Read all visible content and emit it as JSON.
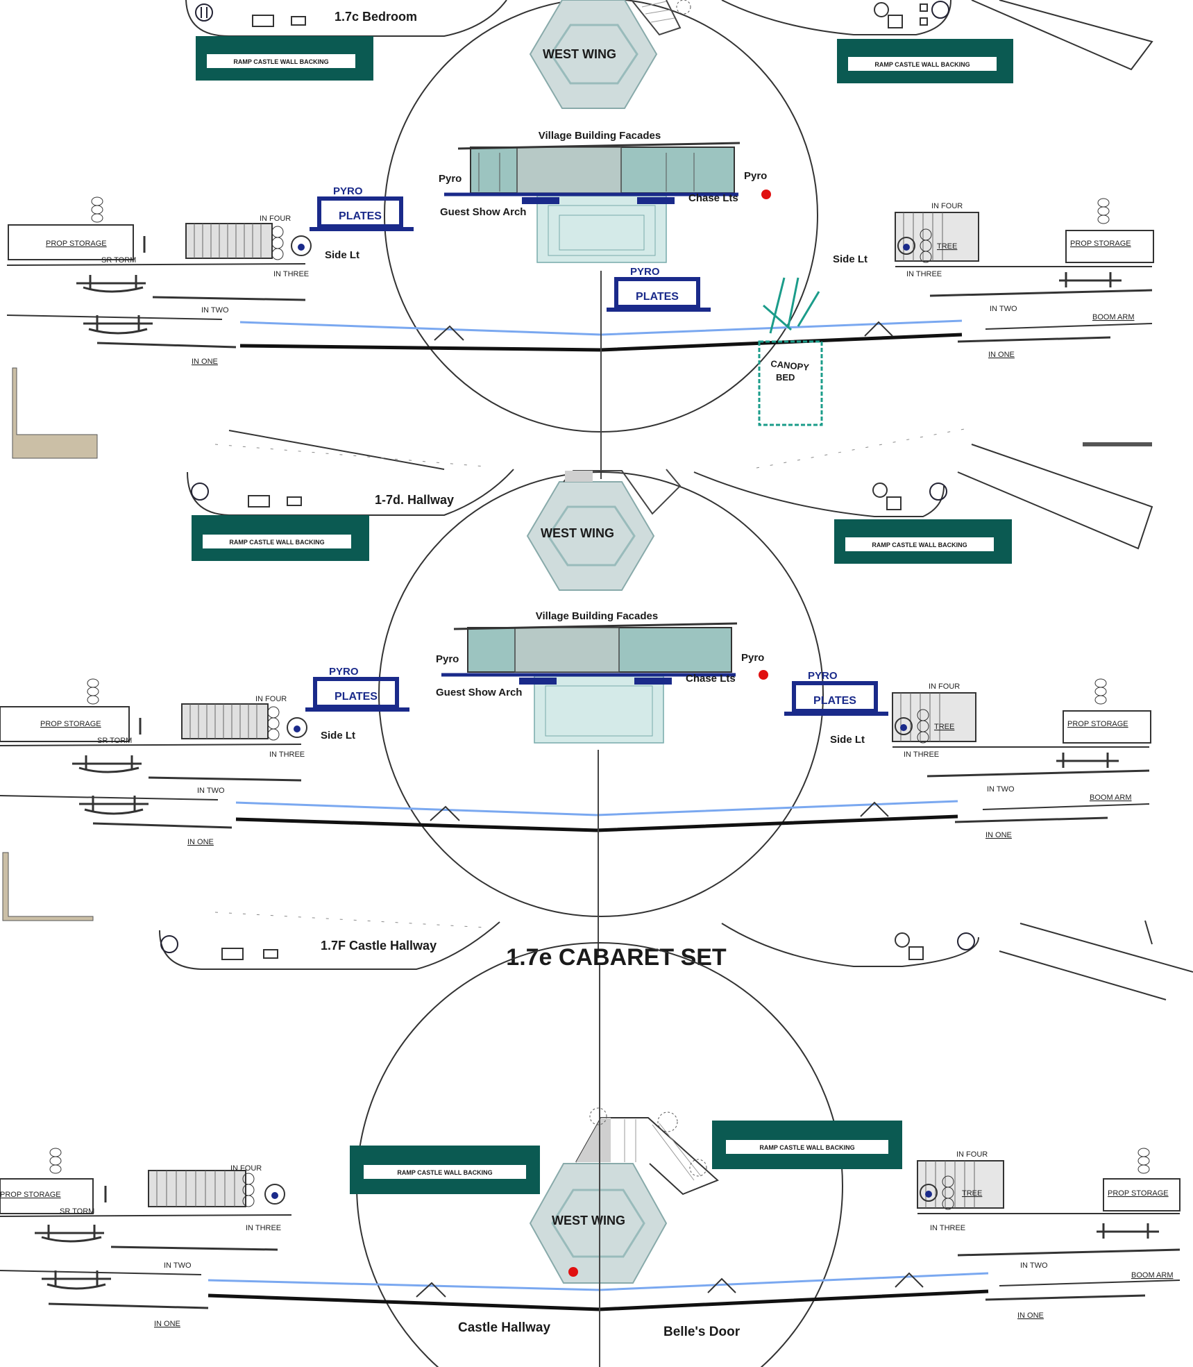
{
  "colors": {
    "ramp_green": "#0b5a52",
    "pyro_blue": "#1a2a8a",
    "light_blue_line": "#7aa8f0",
    "facade_fill": "#9cc4c0",
    "wing_fill": "#cfdcdc",
    "canopy_teal": "#1b9c8a",
    "red_dot": "#e01010",
    "wall_tan": "#cbbfa6"
  },
  "scenes": [
    {
      "title": "1.7c Bedroom",
      "wing": "WEST WING",
      "facades": "Village Building Facades",
      "pyro_left": "Pyro",
      "pyro_right": "Pyro",
      "guest_arch": "Guest Show Arch",
      "chase": "Chase Lts",
      "side_left": "Side Lt",
      "side_right": "Side Lt",
      "pyro_plate_top": "PYRO",
      "pyro_plate_bottom": "PLATES",
      "ramp": "RAMP CASTLE WALL BACKING",
      "prop_storage": "PROP STORAGE",
      "in_four": "IN FOUR",
      "in_three": "IN THREE",
      "in_two": "IN TWO",
      "in_one": "IN ONE",
      "tree": "TREE",
      "sr_torm": "SR TORM",
      "boom_arm": "BOOM ARM",
      "canopy_l1": "CANOPY",
      "canopy_l2": "BED"
    },
    {
      "title": "1-7d. Hallway",
      "wing": "WEST WING",
      "facades": "Village Building Facades",
      "pyro_left": "Pyro",
      "pyro_right": "Pyro",
      "guest_arch": "Guest Show Arch",
      "chase": "Chase Lts",
      "side_left": "Side Lt",
      "side_right": "Side Lt",
      "pyro_plate_top": "PYRO",
      "pyro_plate_bottom": "PLATES"
    },
    {
      "title": "1.7F Castle Hallway",
      "heading": "1.7e CABARET SET",
      "wing": "WEST WING",
      "castle_hallway": "Castle Hallway",
      "belles_door": "Belle's Door"
    }
  ]
}
